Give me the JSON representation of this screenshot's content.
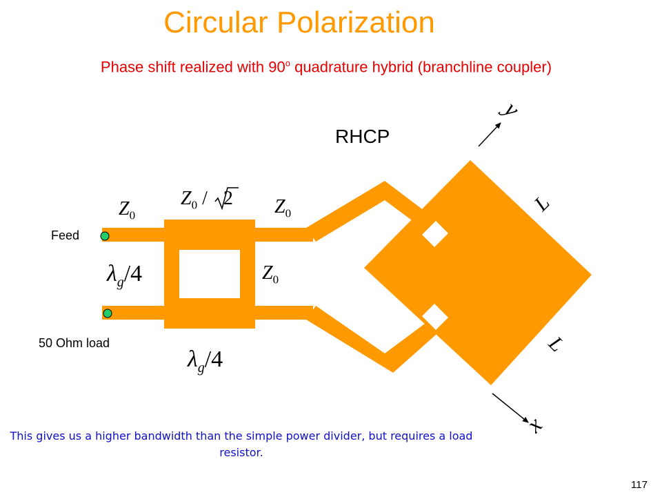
{
  "slide": {
    "title": "Circular Polarization",
    "subtitle_main": "Phase shift realized with 90",
    "subtitle_sup": "o",
    "subtitle_rest": " quadrature hybrid (branchline coupler)",
    "polarization": "RHCP",
    "feed_label": "Feed",
    "load_label": "50 Ohm load",
    "note": "This gives us a higher bandwidth than the simple power divider, but requires a load resistor.",
    "page_number": "117"
  },
  "symbols": {
    "z_base": "Z",
    "z_sub": "0",
    "z_ratio_suffix": " / ",
    "sqrt_radicand": "2",
    "lambda": "λ",
    "lambda_sub": "g",
    "lambda_suffix": "/4",
    "axis_y": "y",
    "axis_x": "x",
    "side_length": "L"
  },
  "colors": {
    "title": "#FF9900",
    "subtitle": "#E60000",
    "note": "#1010C8",
    "metal": "#FF9900",
    "port_fill": "#22CC66"
  }
}
